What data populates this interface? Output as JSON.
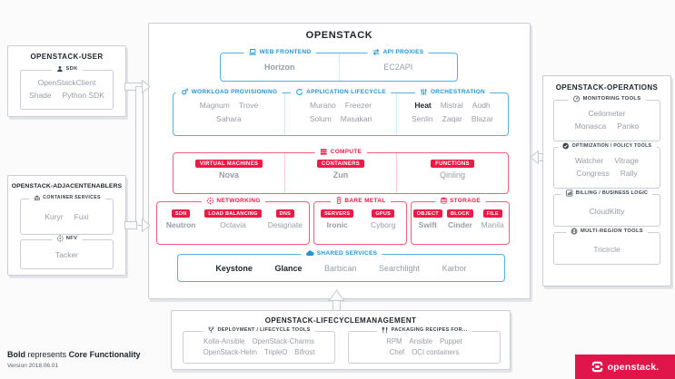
{
  "colors": {
    "blue": "#2095d2",
    "blue_border": "#54b2e3",
    "red": "#ed1a47",
    "red_border": "#f0607d",
    "banner_red": "#e0164a",
    "gray_text": "#969da6",
    "dark_text": "#20262c",
    "panel_border": "#c9ced4"
  },
  "icons": {
    "web_frontend": "laptop-icon",
    "api_proxies": "swap-arrows-icon",
    "workload": "gears-icon",
    "app_lifecycle": "refresh-icon",
    "orchestration": "sliders-icon",
    "compute": "server-stack-icon",
    "networking": "network-burst-icon",
    "bare_metal": "server-tower-icon",
    "storage": "database-icon",
    "shared": "cloud-icon",
    "sdk": "person-icon",
    "container_services": "crane-icon",
    "nfv": "nfv-burst-icon",
    "monitoring": "gauge-icon",
    "optimization": "check-circle-icon",
    "billing": "bar-chart-icon",
    "multi_region": "globe-icon",
    "deployment": "branch-icon",
    "packaging": "cutlery-icon",
    "brand": "openstack-logo-icon"
  },
  "main": {
    "title": "OPENSTACK",
    "web_frontend": {
      "label": "WEB FRONTEND",
      "item": "Horizon"
    },
    "api_proxies": {
      "label": "API PROXIES",
      "item": "EC2API"
    },
    "workload": {
      "label": "WORKLOAD PROVISIONING",
      "rows": [
        [
          "Magnum",
          "Trove"
        ],
        [
          "Sahara"
        ]
      ]
    },
    "app_lifecycle": {
      "label": "APPLICATION LIFECYCLE",
      "rows": [
        [
          "Murano",
          "Freezer"
        ],
        [
          "Solum",
          "Masakari"
        ]
      ]
    },
    "orchestration": {
      "label": "ORCHESTRATION",
      "rows": [
        [
          "Heat",
          "Mistral",
          "Aodh"
        ],
        [
          "Senlin",
          "Zaqar",
          "Blazar"
        ]
      ]
    },
    "compute": {
      "label": "COMPUTE",
      "columns": [
        {
          "tag": "VIRTUAL MACHINES",
          "name": "Nova"
        },
        {
          "tag": "CONTAINERS",
          "name": "Zun"
        },
        {
          "tag": "FUNCTIONS",
          "name": "Qinling"
        }
      ]
    },
    "networking": {
      "label": "NETWORKING",
      "columns": [
        {
          "tag": "SDN",
          "name": "Neutron"
        },
        {
          "tag": "LOAD BALANCING",
          "name": "Octavia"
        },
        {
          "tag": "DNS",
          "name": "Designate"
        }
      ]
    },
    "bare_metal": {
      "label": "BARE METAL",
      "columns": [
        {
          "tag": "SERVERS",
          "name": "Ironic"
        },
        {
          "tag": "GPUS",
          "name": "Cyborg"
        }
      ]
    },
    "storage": {
      "label": "STORAGE",
      "columns": [
        {
          "tag": "OBJECT",
          "name": "Swift"
        },
        {
          "tag": "BLOCK",
          "name": "Cinder"
        },
        {
          "tag": "FILE",
          "name": "Manila"
        }
      ]
    },
    "shared": {
      "label": "SHARED SERVICES",
      "items": [
        "Keystone",
        "Glance",
        "Barbican",
        "Searchlight",
        "Karbor"
      ]
    }
  },
  "user_panel": {
    "title": "OPENSTACK-USER",
    "sdk": {
      "label": "SDK",
      "rows": [
        [
          "OpenStackClient"
        ],
        [
          "Shade",
          "Python SDK"
        ]
      ]
    }
  },
  "adjacent_panel": {
    "title": "OPENSTACK-ADJACENTENABLERS",
    "container_services": {
      "label": "CONTAINER SERVICES",
      "rows": [
        [
          "Kuryr",
          "Fuxi"
        ]
      ]
    },
    "nfv": {
      "label": "NFV",
      "rows": [
        [
          "Tacker"
        ]
      ]
    }
  },
  "operations_panel": {
    "title": "OPENSTACK-OPERATIONS",
    "monitoring": {
      "label": "MONITORING TOOLS",
      "rows": [
        [
          "Ceilometer"
        ],
        [
          "Monasca",
          "Panko"
        ]
      ]
    },
    "optimization": {
      "label": "OPTIMIZATION / POLICY TOOLS",
      "rows": [
        [
          "Watcher",
          "Vitrage"
        ],
        [
          "Congress",
          "Rally"
        ]
      ]
    },
    "billing": {
      "label": "BILLING / BUSINESS LOGIC",
      "rows": [
        [
          "CloudKitty"
        ]
      ]
    },
    "multi_region": {
      "label": "MULTI-REGION TOOLS",
      "rows": [
        [
          "Tricircle"
        ]
      ]
    }
  },
  "lifecycle_panel": {
    "title": "OPENSTACK-LIFECYCLEMANAGEMENT",
    "deployment": {
      "label": "DEPLOYMENT / LIFECYCLE TOOLS",
      "rows": [
        [
          "Kolla-Ansible",
          "OpenStack-Charms"
        ],
        [
          "OpenStack-Helm",
          "TripleO",
          "Bifrost"
        ]
      ]
    },
    "packaging": {
      "label": "PACKAGING RECIPES FOR...",
      "rows": [
        [
          "RPM",
          "Ansible",
          "Puppet"
        ],
        [
          "Chef",
          "OCI containers"
        ]
      ]
    }
  },
  "footer": {
    "bold_word": "Bold",
    "mid": "represents",
    "core_words": "Core Functionality",
    "version": "Version 2018.06.01"
  },
  "logo": {
    "text": "openstack."
  }
}
